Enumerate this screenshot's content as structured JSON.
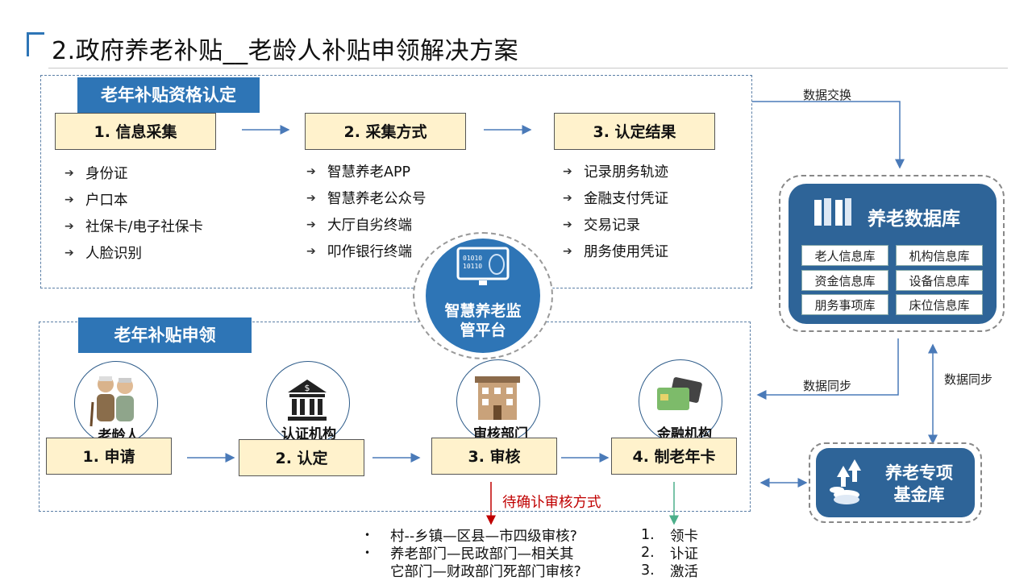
{
  "page": {
    "title": "2.政府养老补贴__老龄人补贴申领解决方案"
  },
  "qualification": {
    "header": "老年补贴资格认定",
    "steps": [
      {
        "label": "1. 信息采集",
        "items": [
          "身份证",
          "户口本",
          "社保卡/电子社保卡",
          "人脸识别"
        ]
      },
      {
        "label": "2. 采集方式",
        "items": [
          "智慧养老APP",
          "智慧养老公众号",
          "大厅自劣终端",
          "叩作银行终端"
        ]
      },
      {
        "label": "3. 认定结果",
        "items": [
          "记录朋务轨迹",
          "金融支付凭证",
          "交易记录",
          "朋务使用凭证"
        ]
      }
    ]
  },
  "platform": {
    "label_line1": "智慧养老监",
    "label_line2": "管平台"
  },
  "application": {
    "header": "老年补贴申领",
    "steps": [
      {
        "actor": "老龄人",
        "label": "1. 申请",
        "icon": "elderly-couple-icon"
      },
      {
        "actor": "认证机构",
        "label": "2. 认定",
        "icon": "bank-building-icon"
      },
      {
        "actor": "审核部门",
        "label": "3. 审核",
        "icon": "office-building-icon"
      },
      {
        "actor": "金融机构",
        "label": "4. 制老年卡",
        "icon": "bank-cards-icon"
      }
    ]
  },
  "database": {
    "title": "养老数据库",
    "cells": [
      "老人信息库",
      "机构信息库",
      "资金信息库",
      "设备信息库",
      "朋务事项库",
      "床位信息库"
    ]
  },
  "fund": {
    "line1": "养老专项",
    "line2": "基金库"
  },
  "flows": {
    "exchange": "数据交换",
    "sync_left": "数据同步",
    "sync_right": "数据同步"
  },
  "review": {
    "pending": "待确讣审核方式",
    "options": [
      "村--乡镇—区县—市四级审核?",
      "养老部门—民政部门—相关其",
      "它部门—财政部门死部门审核?"
    ]
  },
  "card_steps": {
    "nums": [
      "1.",
      "2.",
      "3."
    ],
    "items": [
      "领卡",
      "讣证",
      "激活"
    ]
  },
  "colors": {
    "accent": "#2e75b6",
    "step_fill": "#fff2cc",
    "db_fill": "#2e6498",
    "pending_red": "#c00000",
    "card_green": "#4caf8a"
  }
}
